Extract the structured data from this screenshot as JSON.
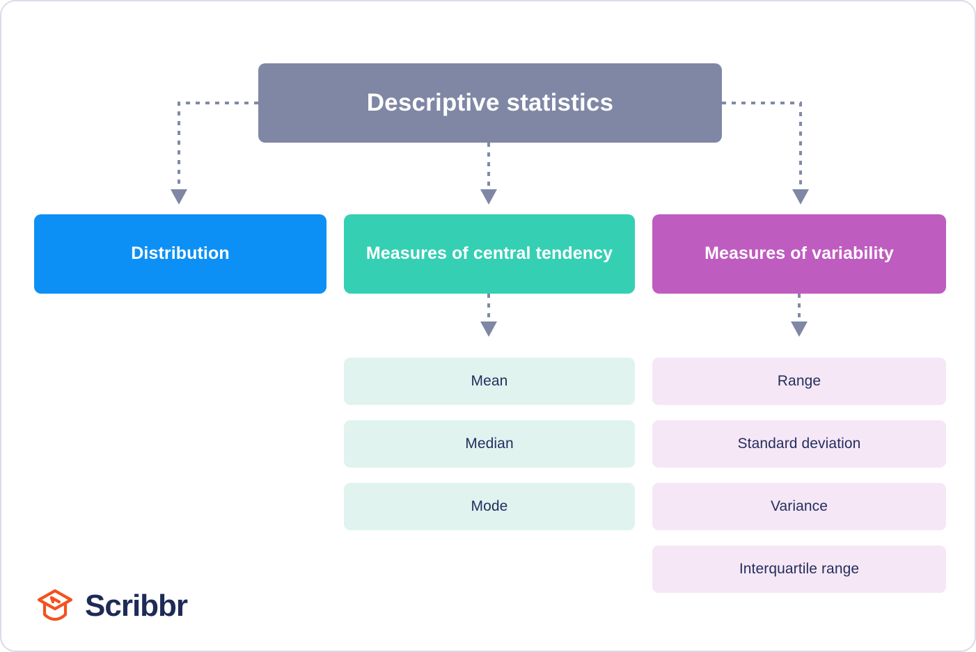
{
  "diagram": {
    "title": "Descriptive statistics",
    "root": {
      "label": "Descriptive statistics",
      "color": "#7f87a5"
    },
    "categories": [
      {
        "id": "distribution",
        "label": "Distribution",
        "color": "#0d90f5",
        "leaf_color": "",
        "leaves": []
      },
      {
        "id": "central-tendency",
        "label": "Measures of central tendency",
        "color": "#35cfb4",
        "leaf_color": "#e0f3ef",
        "leaves": [
          "Mean",
          "Median",
          "Mode"
        ]
      },
      {
        "id": "variability",
        "label": "Measures of variability",
        "color": "#bf5cbf",
        "leaf_color": "#f5e7f5",
        "leaves": [
          "Range",
          "Standard deviation",
          "Variance",
          "Interquartile range"
        ]
      }
    ],
    "connector_color": "#8189a8",
    "connector_style": "dotted-with-arrowhead"
  },
  "branding": {
    "wordmark": "Scribbr",
    "wordmark_color": "#1e2a57",
    "icon_name": "graduation-cap-icon",
    "icon_color": "#f4511e"
  }
}
